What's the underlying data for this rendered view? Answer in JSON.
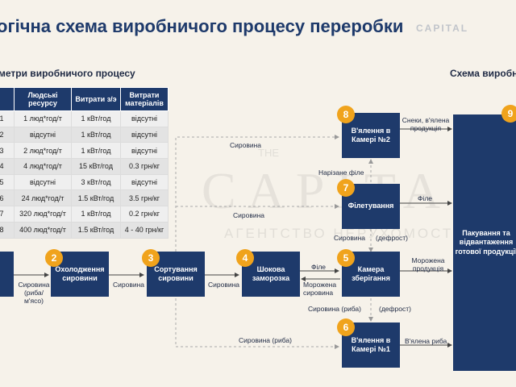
{
  "title": "огічна схема виробничого процесу переробки",
  "watermark": {
    "the": "THE",
    "main": "CAPITAL",
    "sub": "АГЕНТСТВО НЕРУХОМОСТІ",
    "header_mark": "CAPITAL"
  },
  "table_section_title": "метри виробничого процесу",
  "scheme_section_title": "Схема виробни",
  "table": {
    "headers": [
      "",
      "Людські ресурсу",
      "Витрати з/э",
      "Витрати матеріалів"
    ],
    "rows": [
      [
        "1",
        "1 люд*год/т",
        "1 кВт/год",
        "відсутні"
      ],
      [
        "2",
        "відсутні",
        "1 кВт/год",
        "відсутні"
      ],
      [
        "3",
        "2 люд*год/т",
        "1 кВт/год",
        "відсутні"
      ],
      [
        "4",
        "4 люд*год/т",
        "15 кВт/год",
        "0.3 грн/кг"
      ],
      [
        "5",
        "відсутні",
        "3 кВт/год",
        "відсутні"
      ],
      [
        "6",
        "24 люд*год/т",
        "1.5 кВт/год",
        "3.5 грн/кг"
      ],
      [
        "7",
        "320 люд*год/т",
        "1 кВт/год",
        "0.2 грн/кг"
      ],
      [
        "8",
        "400 люд*год/т",
        "1.5 кВт/год",
        "4 - 40 грн/кг"
      ]
    ]
  },
  "steps": {
    "s2": {
      "num": "2",
      "label": "Охолодження сировини"
    },
    "s3": {
      "num": "3",
      "label": "Сортування сировини"
    },
    "s4": {
      "num": "4",
      "label": "Шокова заморозка"
    },
    "s5": {
      "num": "5",
      "label": "Камера зберігання"
    },
    "s6": {
      "num": "6",
      "label": "В'ялення в Камері №1"
    },
    "s7": {
      "num": "7",
      "label": "Філетування"
    },
    "s8": {
      "num": "8",
      "label": "В'ялення в Камері №2"
    },
    "s9": {
      "num": "9",
      "label": "Пакування та відвантаження готової продукції"
    }
  },
  "flow_labels": {
    "l1": "Сировина (риба/ м'ясо)",
    "l2": "Сировина",
    "l3": "Сировина",
    "l_file": "Філе",
    "l_frozen": "Морожена сировина",
    "l_top1": "Сировина",
    "l_top2": "Сировина",
    "l_narizane": "Нарізане філе",
    "l_syrovyna_defrost": "Сировина",
    "l_defrost1": "(дефрост)",
    "l_file2": "Філе",
    "l_frozen_prod": "Морожена продукція",
    "l_syrovyna_ryba": "Сировина (риба)",
    "l_defrost2": "(дефрост)",
    "l_bottom": "Сировина (риба)",
    "l_vyal_ryba": "В'ялена риба",
    "l_top_right": "Снеки, в'ялена продукція"
  }
}
